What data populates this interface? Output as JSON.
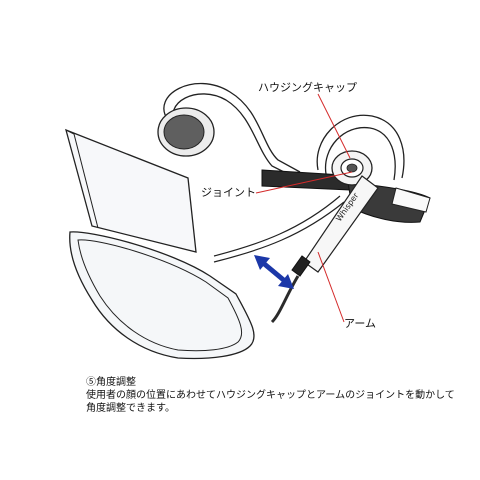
{
  "labels": {
    "housing_cap": "ハウジングキャップ",
    "joint": "ジョイント",
    "arm": "アーム",
    "brand_text": "Whisper"
  },
  "caption": {
    "heading": "⑤角度調整",
    "line1": "使用者の顔の位置にあわせてハウジングキャップとアームのジョイントを動かして",
    "line2": "角度調整できます。"
  },
  "colors": {
    "line": "#222222",
    "leader": "#d42a2a",
    "arrow": "#1b37a8",
    "visor_fill": "#f1f3f6",
    "pad": "#5f5f5f",
    "strap": "#2b2b2b"
  }
}
